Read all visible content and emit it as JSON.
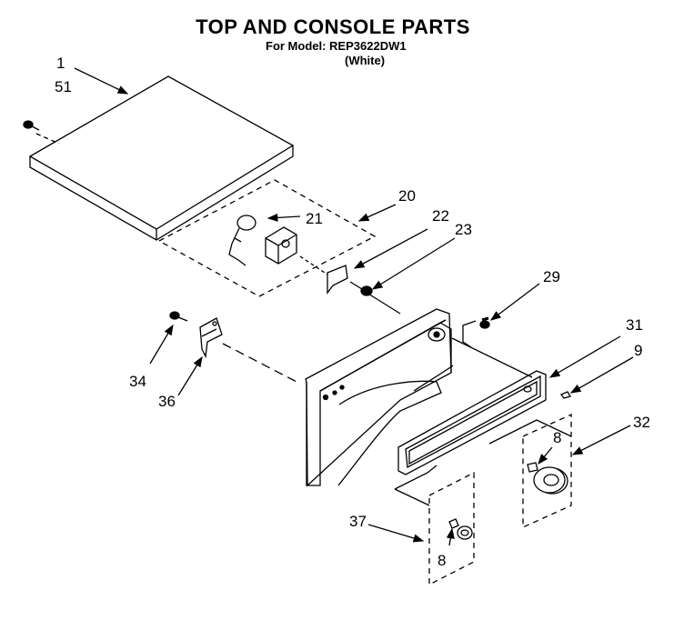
{
  "header": {
    "title": "TOP AND CONSOLE PARTS",
    "model_line": "For Model: REP3622DW1",
    "color_line": "(White)"
  },
  "callouts": {
    "c1": "1",
    "c51": "51",
    "c20": "20",
    "c21": "21",
    "c22": "22",
    "c23": "23",
    "c29": "29",
    "c31": "31",
    "c9": "9",
    "c32": "32",
    "c8a": "8",
    "c34": "34",
    "c36": "36",
    "c37": "37",
    "c8b": "8"
  }
}
